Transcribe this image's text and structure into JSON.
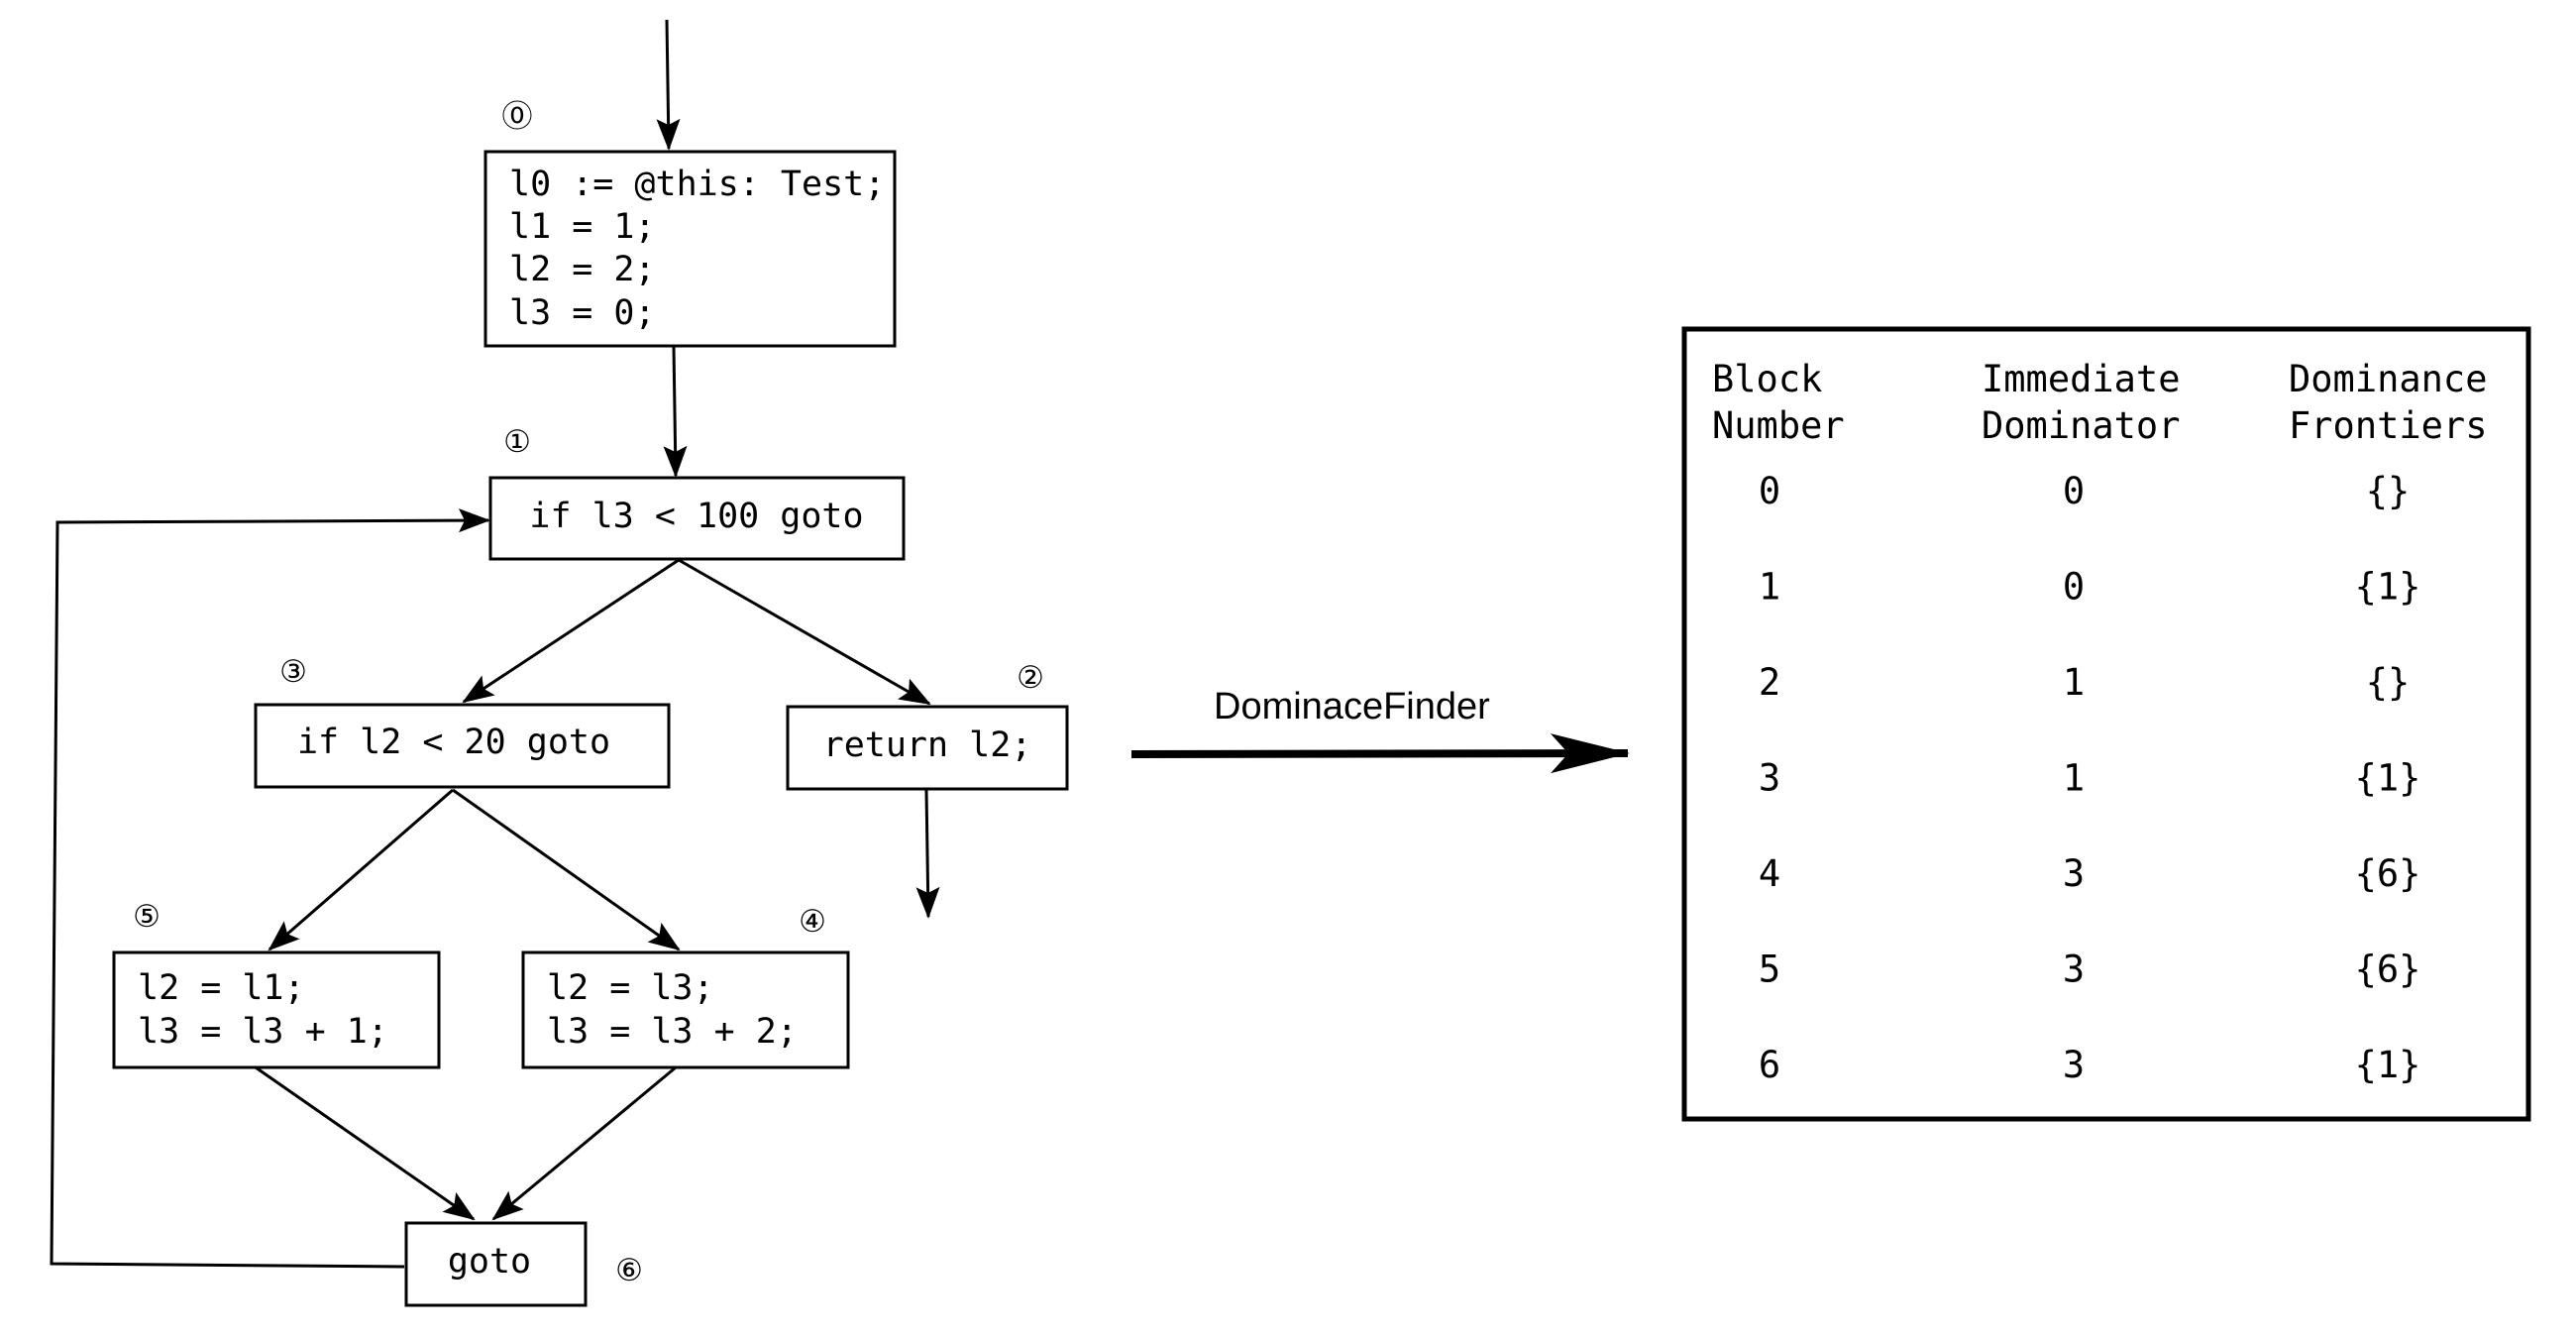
{
  "cfg": {
    "blocks": [
      {
        "id": "0",
        "lines": [
          "l0 := @this: Test;",
          "l1 = 1;",
          "l2 = 2;",
          "l3 = 0;"
        ]
      },
      {
        "id": "1",
        "lines": [
          "if l3 < 100 goto"
        ]
      },
      {
        "id": "2",
        "lines": [
          "return l2;"
        ]
      },
      {
        "id": "3",
        "lines": [
          "if l2 < 20 goto"
        ]
      },
      {
        "id": "4",
        "lines": [
          "l2 = l3;",
          "l3 = l3 + 2;"
        ]
      },
      {
        "id": "5",
        "lines": [
          "l2 = l1;",
          "l3 = l3 + 1;"
        ]
      },
      {
        "id": "6",
        "lines": [
          "goto"
        ]
      }
    ],
    "badges": [
      "⓪",
      "①",
      "②",
      "③",
      "④",
      "⑤",
      "⑥"
    ],
    "edges": [
      {
        "from": "entry",
        "to": "0"
      },
      {
        "from": "0",
        "to": "1"
      },
      {
        "from": "1",
        "to": "3"
      },
      {
        "from": "1",
        "to": "2"
      },
      {
        "from": "2",
        "to": "exit"
      },
      {
        "from": "3",
        "to": "5"
      },
      {
        "from": "3",
        "to": "4"
      },
      {
        "from": "5",
        "to": "6"
      },
      {
        "from": "4",
        "to": "6"
      },
      {
        "from": "6",
        "to": "1"
      }
    ]
  },
  "transform": {
    "label": "DominaceFinder"
  },
  "result_table": {
    "headers": [
      [
        "Block",
        "Number"
      ],
      [
        "Immediate",
        "Dominator"
      ],
      [
        "Dominance",
        "Frontiers"
      ]
    ],
    "rows": [
      [
        "0",
        "0",
        "{}"
      ],
      [
        "1",
        "0",
        "{1}"
      ],
      [
        "2",
        "1",
        "{}"
      ],
      [
        "3",
        "1",
        "{1}"
      ],
      [
        "4",
        "3",
        "{6}"
      ],
      [
        "5",
        "3",
        "{6}"
      ],
      [
        "6",
        "3",
        "{1}"
      ]
    ]
  }
}
